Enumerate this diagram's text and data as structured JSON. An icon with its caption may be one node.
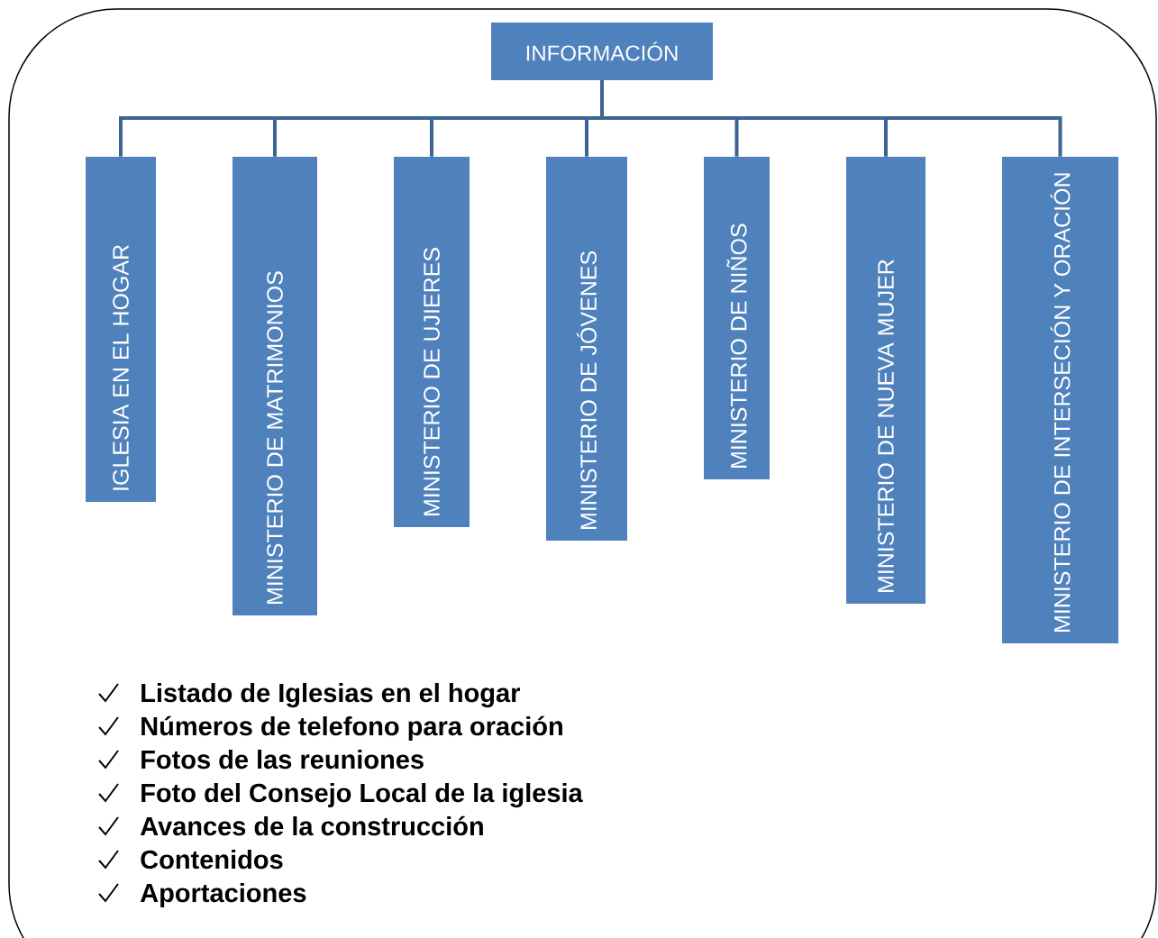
{
  "diagram": {
    "nodes": [
      {
        "text": [
          "INFORMACIÓN"
        ]
      },
      {
        "text": [
          "IGLESIA EN EL HOGAR"
        ]
      },
      {
        "text": [
          "MINISTERIO DE MATRIMONIOS"
        ]
      },
      {
        "text": [
          "MINISTERIO DE UJIERES"
        ]
      },
      {
        "text": [
          "MINISTERIO DE JÓVENES"
        ]
      },
      {
        "text": [
          "MINISTERIO DE NIÑOS"
        ]
      },
      {
        "text": [
          "MINISTERIO DE NUEVA MUJER"
        ]
      },
      {
        "text": [
          "MINISTERIO DE INTERSECIÓN Y ORACIÓN"
        ]
      }
    ],
    "edges": [
      {
        "from": 0,
        "to": 1,
        "arrow": "none"
      },
      {
        "from": 0,
        "to": 2,
        "arrow": "none"
      },
      {
        "from": 0,
        "to": 3,
        "arrow": "none"
      },
      {
        "from": 0,
        "to": 4,
        "arrow": "none"
      },
      {
        "from": 0,
        "to": 5,
        "arrow": "none"
      },
      {
        "from": 0,
        "to": 6,
        "arrow": "none"
      },
      {
        "from": 0,
        "to": 7,
        "arrow": "none"
      }
    ],
    "labels": [
      "Listado de Iglesias en el hogar",
      "Números de telefono para oración",
      "Fotos de las reuniones",
      "Foto del Consejo Local de la iglesia",
      "Avances de la construcción",
      "Contenidos",
      "Aportaciones"
    ]
  }
}
